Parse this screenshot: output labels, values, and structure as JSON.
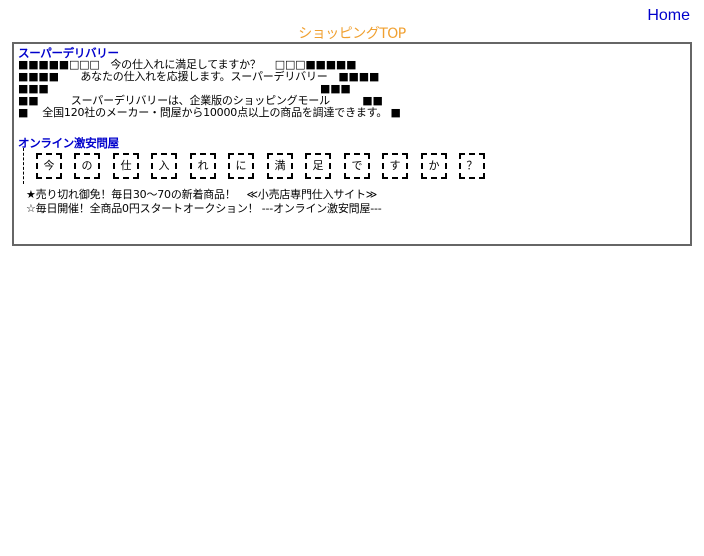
{
  "header": {
    "home_label": "Home",
    "title": "ショッピングTOP"
  },
  "panel": {
    "section1_heading": "スーパーデリバリー",
    "line1": "■■■■■□□□　今の仕入れに満足してますか？　 □□□■■■■■",
    "line2": "■■■■　　あなたの仕入れを応援します。スーパーデリバリー　■■■■",
    "line3a": "■■■",
    "line3b": "■■■",
    "line4": "■■　　　スーパーデリバリーは、企業版のショッピングモール　　　■■",
    "line5": "■　 全国120社のメーカー・問屋から10000点以上の商品を調達できます。 ■",
    "section2_heading": "オンライン激安問屋",
    "char_boxes": [
      "今",
      "の",
      "仕",
      "入",
      "れ",
      "に",
      "満",
      "足",
      "で",
      "す",
      "か",
      "？"
    ],
    "promo1": "★売り切れ御免！毎日30～70の新着商品！　≪小売店専門仕入サイト≫",
    "promo2": "☆毎日開催！全商品0円スタートオークション！ ---オンライン激安問屋---"
  },
  "colors": {
    "link": "#0000cc",
    "title": "#f0a030",
    "heading": "#0000cc",
    "border": "#666666"
  }
}
